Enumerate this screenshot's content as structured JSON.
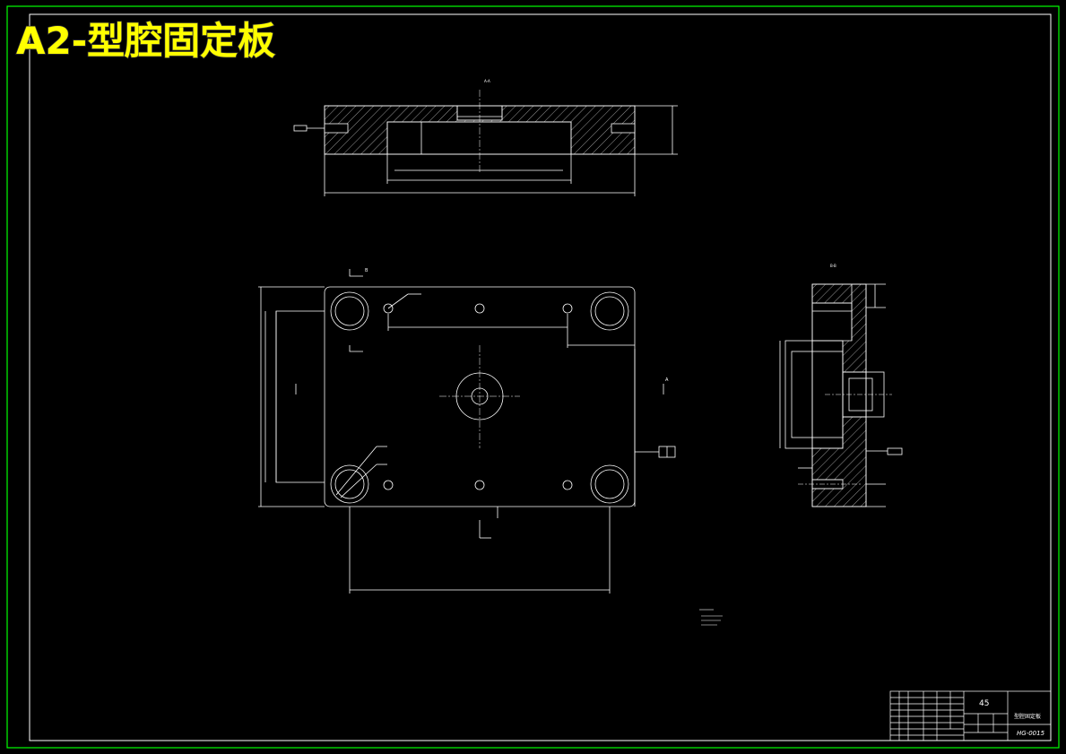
{
  "title": "A2-型腔固定板",
  "section_views": {
    "top": "A-A",
    "side": "B-B"
  },
  "section_markers": {
    "b": "B",
    "a": "A"
  },
  "title_block": {
    "material": "45",
    "drawing_name": "型腔固定板",
    "drawing_number": "HG-0015"
  },
  "colors": {
    "background": "#000000",
    "lines": "#ffffff",
    "frame": "#00ff00",
    "title": "#ffff00",
    "title_outline": "#333333"
  }
}
